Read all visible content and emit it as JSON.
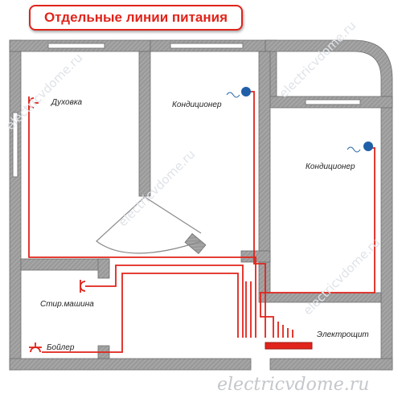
{
  "title": "Отдельные линии питания",
  "labels": {
    "oven": "Духовка",
    "ac1": "Кондиционер",
    "ac2": "Кондиционер",
    "washer": "Стир.машина",
    "boiler": "Бойлер",
    "panel": "Электрощит"
  },
  "watermark": "electricvdome.ru",
  "footer": "electricvdome.ru",
  "colors": {
    "wall": "#8f8f8f",
    "wall_hatch": "#a9a9a9",
    "line": "#e0241b",
    "fixture": "#1f5fa8",
    "panel": "#e0241b"
  }
}
